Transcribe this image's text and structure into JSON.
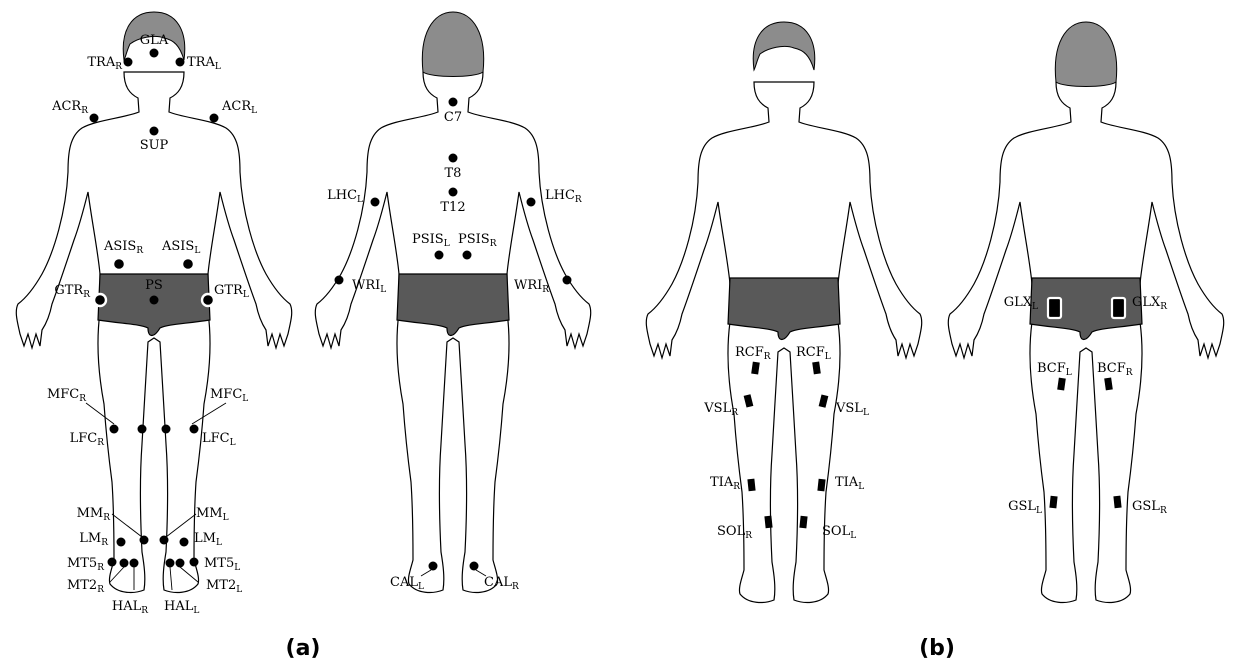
{
  "panels": [
    {
      "caption": "(a)"
    },
    {
      "caption": "(b)"
    }
  ],
  "colors": {
    "hair": "#8c8c8c",
    "shorts": "#595959",
    "marker": "#000000"
  },
  "front_a": {
    "GLA": {
      "base": "GLA",
      "sub": ""
    },
    "TRA_R": {
      "base": "TRA",
      "sub": "R"
    },
    "TRA_L": {
      "base": "TRA",
      "sub": "L"
    },
    "ACR_R": {
      "base": "ACR",
      "sub": "R"
    },
    "ACR_L": {
      "base": "ACR",
      "sub": "L"
    },
    "SUP": {
      "base": "SUP",
      "sub": ""
    },
    "ASIS_R": {
      "base": "ASIS",
      "sub": "R"
    },
    "ASIS_L": {
      "base": "ASIS",
      "sub": "L"
    },
    "PS": {
      "base": "PS",
      "sub": ""
    },
    "GTR_R": {
      "base": "GTR",
      "sub": "R"
    },
    "GTR_L": {
      "base": "GTR",
      "sub": "L"
    },
    "MFC_R": {
      "base": "MFC",
      "sub": "R"
    },
    "MFC_L": {
      "base": "MFC",
      "sub": "L"
    },
    "LFC_R": {
      "base": "LFC",
      "sub": "R"
    },
    "LFC_L": {
      "base": "LFC",
      "sub": "L"
    },
    "MM_R": {
      "base": "MM",
      "sub": "R"
    },
    "MM_L": {
      "base": "MM",
      "sub": "L"
    },
    "LM_R": {
      "base": "LM",
      "sub": "R"
    },
    "LM_L": {
      "base": "LM",
      "sub": "L"
    },
    "MT5_R": {
      "base": "MT5",
      "sub": "R"
    },
    "MT5_L": {
      "base": "MT5",
      "sub": "L"
    },
    "MT2_R": {
      "base": "MT2",
      "sub": "R"
    },
    "MT2_L": {
      "base": "MT2",
      "sub": "L"
    },
    "HAL_R": {
      "base": "HAL",
      "sub": "R"
    },
    "HAL_L": {
      "base": "HAL",
      "sub": "L"
    }
  },
  "back_a": {
    "C7": {
      "base": "C7",
      "sub": ""
    },
    "T8": {
      "base": "T8",
      "sub": ""
    },
    "T12": {
      "base": "T12",
      "sub": ""
    },
    "LHC_L": {
      "base": "LHC",
      "sub": "L"
    },
    "LHC_R": {
      "base": "LHC",
      "sub": "R"
    },
    "PSIS_L": {
      "base": "PSIS",
      "sub": "L"
    },
    "PSIS_R": {
      "base": "PSIS",
      "sub": "R"
    },
    "WRI_L": {
      "base": "WRI",
      "sub": "L"
    },
    "WRI_R": {
      "base": "WRI",
      "sub": "R"
    },
    "CAL_L": {
      "base": "CAL",
      "sub": "L"
    },
    "CAL_R": {
      "base": "CAL",
      "sub": "R"
    }
  },
  "front_b": {
    "RCF_R": {
      "base": "RCF",
      "sub": "R"
    },
    "RCF_L": {
      "base": "RCF",
      "sub": "L"
    },
    "VSL_R": {
      "base": "VSL",
      "sub": "R"
    },
    "VSL_L": {
      "base": "VSL",
      "sub": "L"
    },
    "TIA_R": {
      "base": "TIA",
      "sub": "R"
    },
    "TIA_L": {
      "base": "TIA",
      "sub": "L"
    },
    "SOL_R": {
      "base": "SOL",
      "sub": "R"
    },
    "SOL_L": {
      "base": "SOL",
      "sub": "L"
    }
  },
  "back_b": {
    "GLX_L": {
      "base": "GLX",
      "sub": "L"
    },
    "GLX_R": {
      "base": "GLX",
      "sub": "R"
    },
    "BCF_L": {
      "base": "BCF",
      "sub": "L"
    },
    "BCF_R": {
      "base": "BCF",
      "sub": "R"
    },
    "GSL_L": {
      "base": "GSL",
      "sub": "L"
    },
    "GSL_R": {
      "base": "GSL",
      "sub": "R"
    }
  }
}
